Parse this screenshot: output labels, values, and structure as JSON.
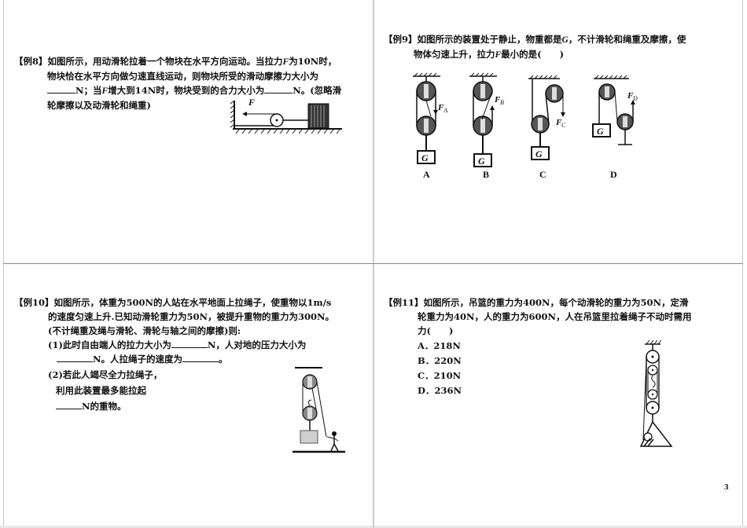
{
  "page": {
    "number": "3"
  },
  "example8": {
    "tag": "【例8】",
    "line1": "如图所示，用动滑轮拉着一个物块在水平方向运动。当拉力",
    "var_F": "F",
    "line1b": "为10N时，",
    "line2": "物块恰在水平方向做匀速直线运动，则物块所受的滑动摩擦力大小为",
    "line3a": "N；当",
    "line3b": "增大到14N时，物块受到的合力大小为",
    "line3c": "N。(忽略滑",
    "line4": "轮摩擦以及动滑轮和绳重)",
    "figure_label_F": "F"
  },
  "example9": {
    "tag": "【例9】",
    "line1a": "如图所示的装置处于静止，物重都是",
    "var_G": "G",
    "line1b": "，不计滑轮和绳重及摩擦，使",
    "line2a": "物体匀速上升，拉力",
    "var_F": "F",
    "line2b": "最小的是(　　)",
    "figures": [
      {
        "option": "A",
        "force": "F",
        "sub": "A",
        "weight": "G"
      },
      {
        "option": "B",
        "force": "F",
        "sub": "B",
        "weight": "G"
      },
      {
        "option": "C",
        "force": "F",
        "sub": "C",
        "weight": "G"
      },
      {
        "option": "D",
        "force": "F",
        "sub": "D",
        "weight": "G"
      }
    ]
  },
  "example10": {
    "tag": "【例10】",
    "line1": "如图所示，体重为500N的人站在水平地面上拉绳子，使重物以1m/s",
    "line2": "的速度匀速上升.已知动滑轮重力为50N，被提升重物的重力为300N。",
    "line3": "(不计绳重及绳与滑轮、滑轮与轴之间的摩擦)则:",
    "part1a": "(1)此时自由端人的拉力大小为",
    "part1b": "N，人对地的压力大小为",
    "part1c": "N。人拉绳子的速度为",
    "part1d": "。",
    "part2a": "(2)若此人竭尽全力拉绳子，",
    "part2b": "利用此装置最多能拉起",
    "part2c": "N的重物。"
  },
  "example11": {
    "tag": "【例11】",
    "line1": "如图所示，吊篮的重力为400N，每个动滑轮的重力为50N，定滑",
    "line2": "轮重力为40N，人的重力为600N，人在吊篮里拉着绳子不动时需用",
    "line3": "力(　　)",
    "options": [
      {
        "label": "A．218N"
      },
      {
        "label": "B．220N"
      },
      {
        "label": "C．210N"
      },
      {
        "label": "D．236N"
      }
    ]
  }
}
